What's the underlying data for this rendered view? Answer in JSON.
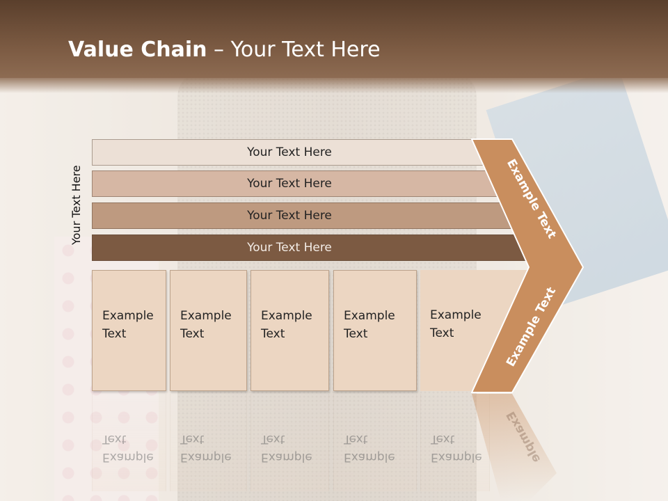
{
  "slide": {
    "title_bold": "Value Chain",
    "title_rest": " – Your Text Here",
    "side_label": "Your Text Here",
    "bars": [
      {
        "label": "Your Text Here",
        "color": "#ece0d6"
      },
      {
        "label": "Your Text Here",
        "color": "#d6b7a4"
      },
      {
        "label": "Your Text Here",
        "color": "#be9a80"
      },
      {
        "label": "Your Text Here",
        "color": "#7c5a42"
      }
    ],
    "columns": [
      {
        "line1": "Example",
        "line2": "Text"
      },
      {
        "line1": "Example",
        "line2": "Text"
      },
      {
        "line1": "Example",
        "line2": "Text"
      },
      {
        "line1": "Example",
        "line2": "Text"
      },
      {
        "line1": "Example",
        "line2": "Text"
      }
    ],
    "chevron_top": "Example Text",
    "chevron_bottom": "Example Text",
    "reflection_chevron": "Example",
    "colors": {
      "header": "#6b4c36",
      "chevron": "#c98e5e",
      "column": "#ecd6c2"
    }
  }
}
